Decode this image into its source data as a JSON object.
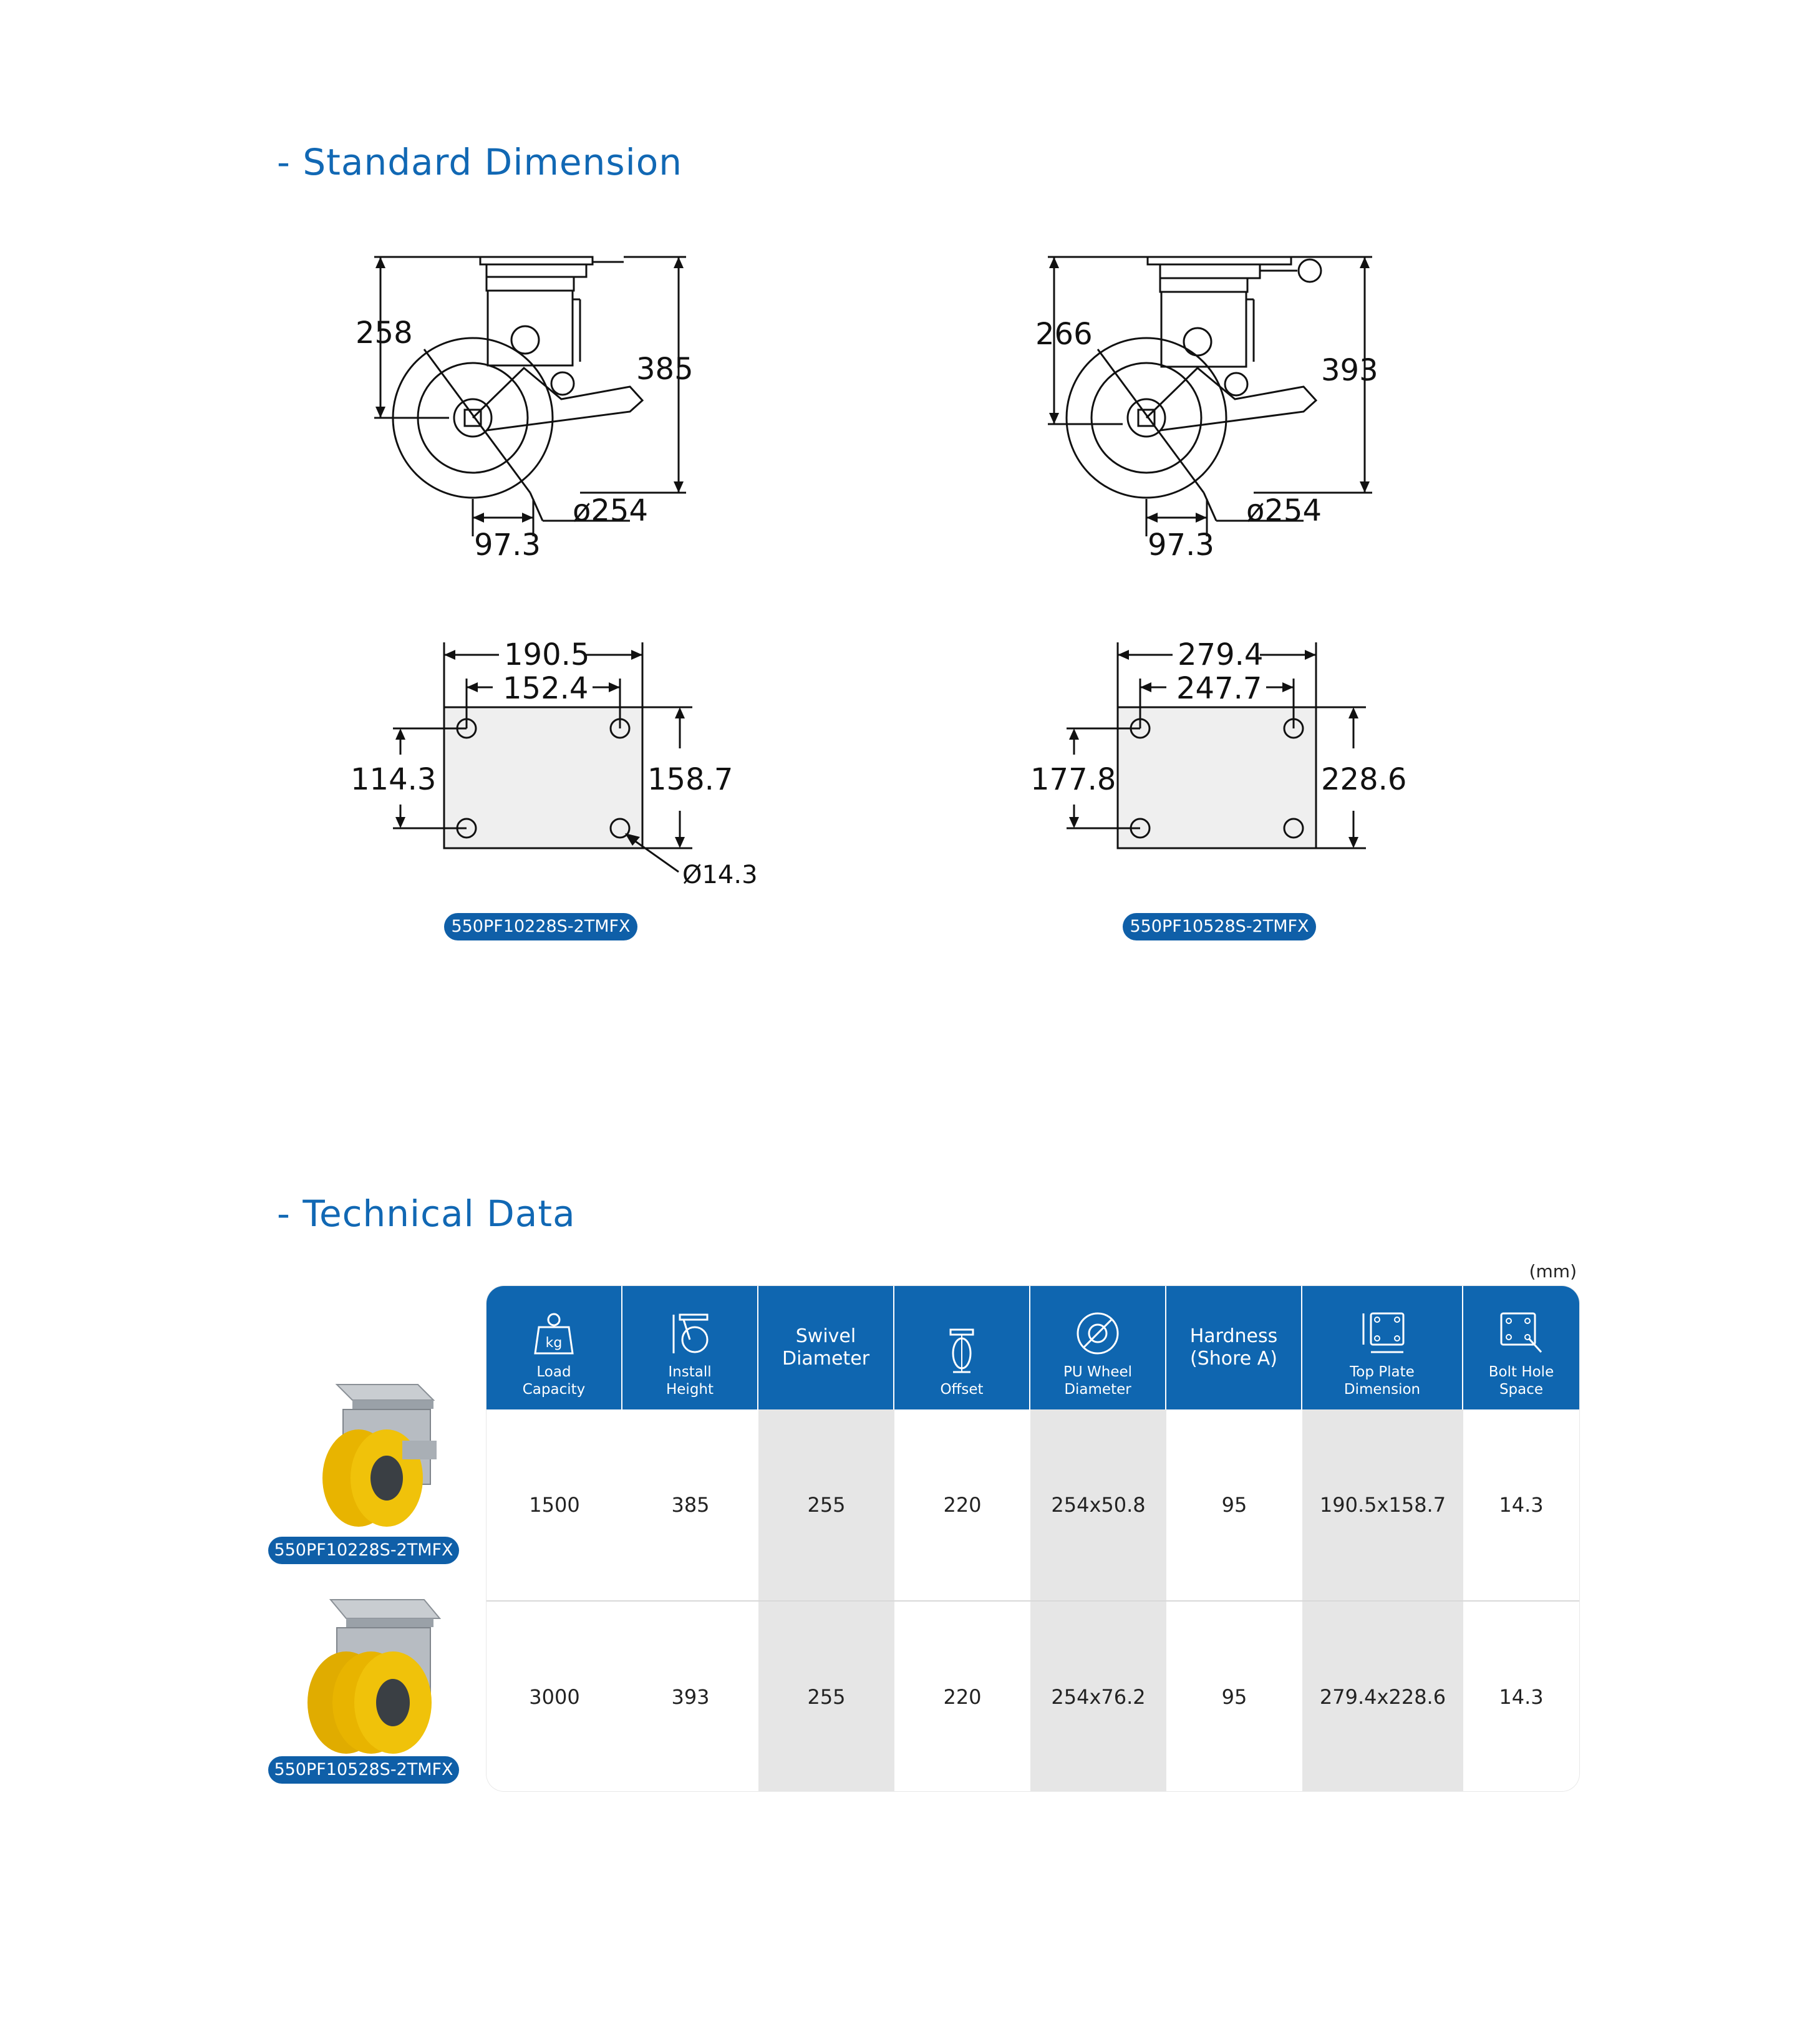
{
  "sections": {
    "dimension_title": "- Standard Dimension",
    "technical_title": "- Technical Data"
  },
  "models": {
    "a": "550PF10228S-2TMFX",
    "b": "550PF10528S-2TMFX"
  },
  "drawing_a": {
    "height_plate": "258",
    "height_total": "385",
    "wheel_dia": "ø254",
    "offset": "97.3",
    "plate_w": "190.5",
    "hole_w": "152.4",
    "hole_h": "114.3",
    "plate_h": "158.7",
    "bolt": "Ø14.3"
  },
  "drawing_b": {
    "height_plate": "266",
    "height_total": "393",
    "wheel_dia": "ø254",
    "offset": "97.3",
    "plate_w": "279.4",
    "hole_w": "247.7",
    "hole_h": "177.8",
    "plate_h": "228.6"
  },
  "table": {
    "unit": "(mm)",
    "headers": [
      {
        "label": "Load\nCapacity",
        "icon": "weight-kg-icon"
      },
      {
        "label": "Install\nHeight",
        "icon": "install-height-icon"
      },
      {
        "label": "Swivel\nDiameter",
        "icon": ""
      },
      {
        "label": "Offset",
        "icon": "offset-icon"
      },
      {
        "label": "PU Wheel\nDiameter",
        "icon": "wheel-diameter-icon"
      },
      {
        "label": "Hardness\n(Shore A)",
        "icon": ""
      },
      {
        "label": "Top Plate\nDimension",
        "icon": "top-plate-icon"
      },
      {
        "label": "Bolt Hole\nSpace",
        "icon": "bolt-hole-icon"
      }
    ],
    "rows": [
      [
        "1500",
        "385",
        "255",
        "220",
        "254x50.8",
        "95",
        "190.5x158.7",
        "14.3"
      ],
      [
        "3000",
        "393",
        "255",
        "220",
        "254x76.2",
        "95",
        "279.4x228.6",
        "14.3"
      ]
    ]
  },
  "colors": {
    "accent": "#1168b4",
    "badge": "#0f5fa8",
    "wheel": "#e8b400"
  }
}
